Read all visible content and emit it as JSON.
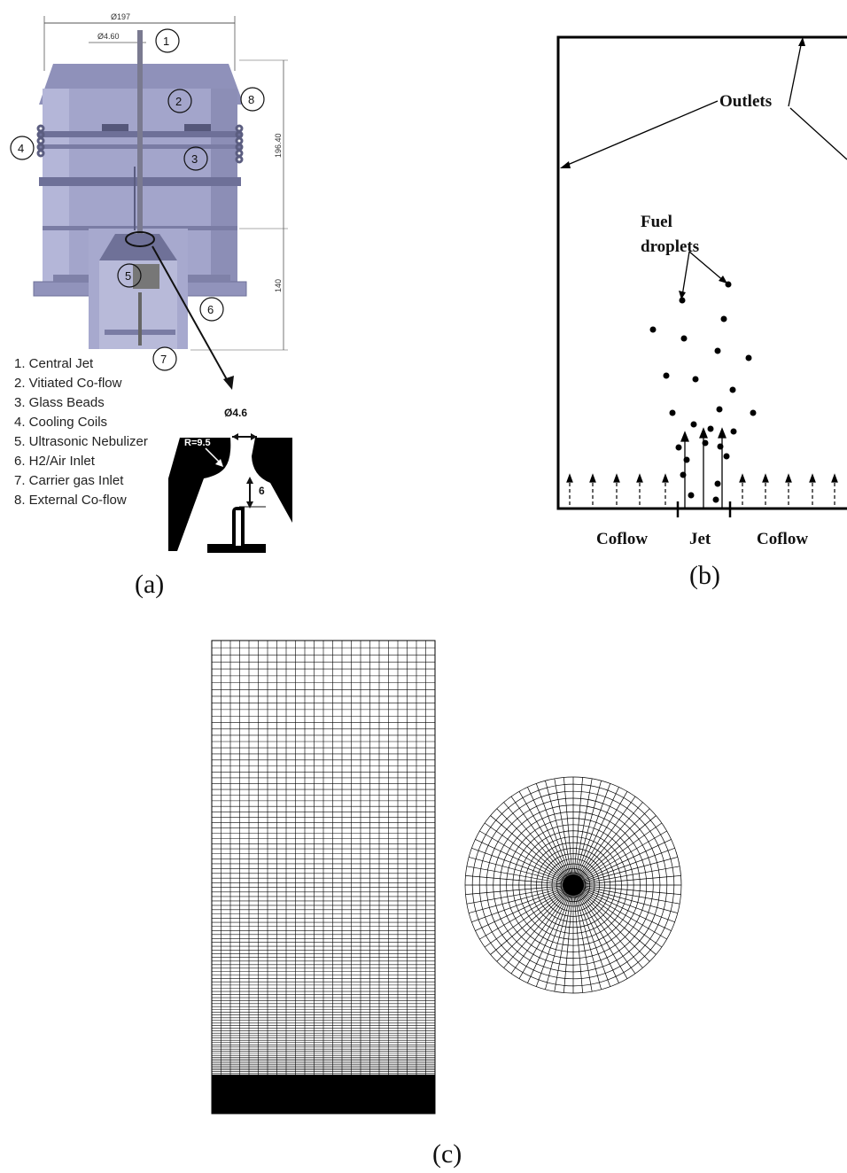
{
  "panel_a": {
    "caption": "(a)",
    "dim_top": "Ø197",
    "dim_small": "Ø4.60",
    "dim_vertical_1": "196.40",
    "dim_vertical_2": "140",
    "circles": [
      "1",
      "2",
      "3",
      "4",
      "5",
      "6",
      "7",
      "8"
    ],
    "legend": [
      "1. Central Jet",
      "2. Vitiated Co-flow",
      "3. Glass Beads",
      "4. Cooling Coils",
      "5. Ultrasonic Nebulizer",
      "6. H2/Air Inlet",
      "7. Carrier gas Inlet",
      "8. External Co-flow"
    ],
    "detail_diameter": "Ø4.6",
    "detail_radius": "R=9.5",
    "detail_gap": "6",
    "colors": {
      "body": "#9d9fc4",
      "body_dark": "#7f81a8",
      "detail": "#000000"
    }
  },
  "panel_b": {
    "caption": "(b)",
    "outlets_label": "Outlets",
    "fuel_label_1": "Fuel",
    "fuel_label_2": "droplets",
    "bottom_labels": [
      "Coflow",
      "Jet",
      "Coflow"
    ]
  },
  "panel_c": {
    "caption": "(c)"
  }
}
